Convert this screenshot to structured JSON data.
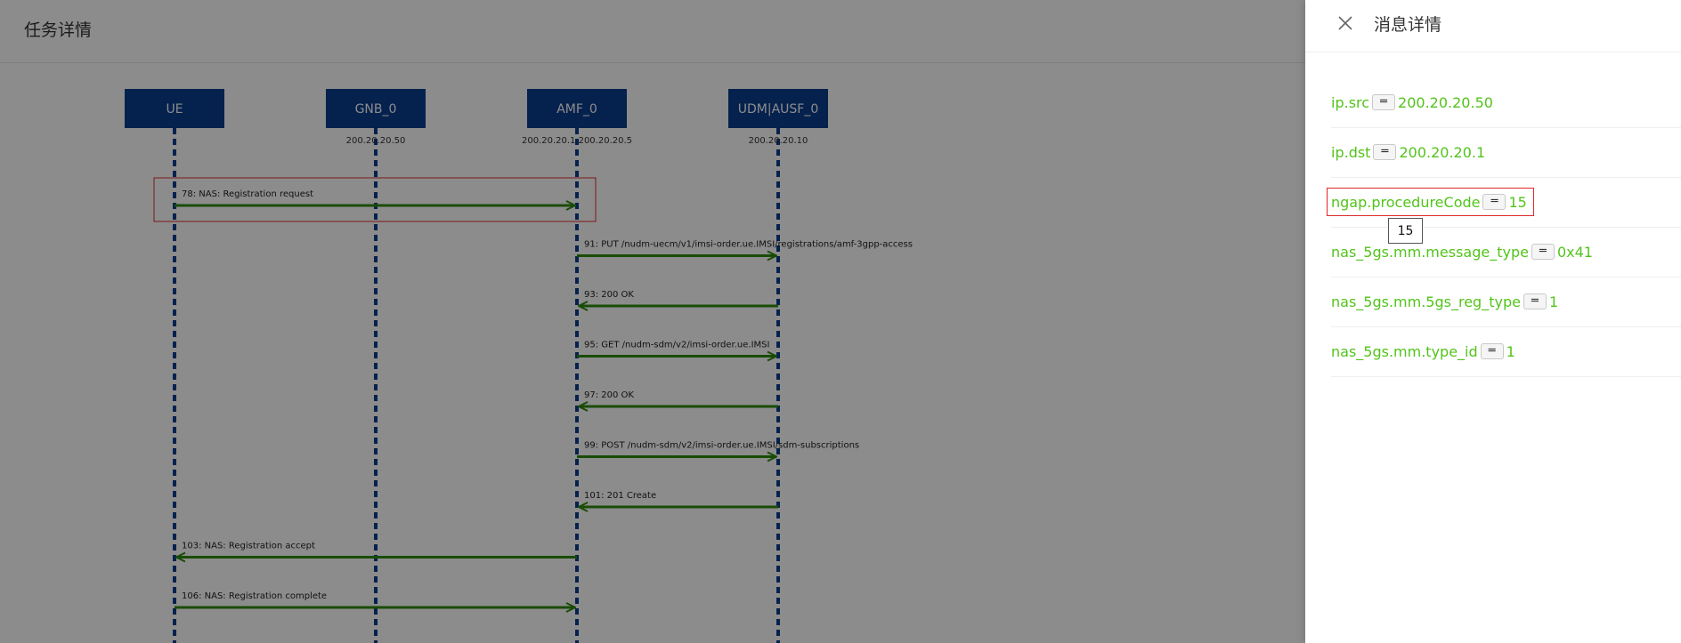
{
  "page": {
    "title": "任务详情"
  },
  "participants": [
    {
      "name": "UE",
      "ip": ""
    },
    {
      "name": "GNB_0",
      "ip": "200.20.20.50"
    },
    {
      "name": "AMF_0",
      "ip": "200.20.20.1 200.20.20.5"
    },
    {
      "name": "UDM|AUSF_0",
      "ip": "200.20.20.10"
    }
  ],
  "messages": [
    {
      "label": "78: NAS: Registration request",
      "from": 0,
      "to": 2,
      "highlighted": true
    },
    {
      "label": "91: PUT /nudm-uecm/v1/imsi-order.ue.IMSI/registrations/amf-3gpp-access",
      "from": 2,
      "to": 3
    },
    {
      "label": "93: 200 OK",
      "from": 3,
      "to": 2
    },
    {
      "label": "95: GET /nudm-sdm/v2/imsi-order.ue.IMSI",
      "from": 2,
      "to": 3
    },
    {
      "label": "97: 200 OK",
      "from": 3,
      "to": 2
    },
    {
      "label": "99: POST /nudm-sdm/v2/imsi-order.ue.IMSI/sdm-subscriptions",
      "from": 2,
      "to": 3
    },
    {
      "label": "101: 201 Create",
      "from": 3,
      "to": 2
    },
    {
      "label": "103: NAS: Registration accept",
      "from": 2,
      "to": 0
    },
    {
      "label": "106: NAS: Registration complete",
      "from": 0,
      "to": 2
    }
  ],
  "drawer": {
    "title": "消息详情",
    "close_icon": "close-icon",
    "operator_glyph": "═",
    "fields": [
      {
        "key": "ip.src",
        "value": "200.20.20.50"
      },
      {
        "key": "ip.dst",
        "value": "200.20.20.1"
      },
      {
        "key": "ngap.procedureCode",
        "value": "15"
      },
      {
        "key": "nas_5gs.mm.message_type",
        "value": "0x41"
      },
      {
        "key": "nas_5gs.mm.5gs_reg_type",
        "value": "1"
      },
      {
        "key": "nas_5gs.mm.type_id",
        "value": "1"
      }
    ],
    "tooltip": "15"
  },
  "colors": {
    "participant_box": "#0a3d8f",
    "lifeline": "#0a3d8f",
    "arrow": "#2f8a0b",
    "field_green": "#52c41a",
    "highlight": "#e02a2a"
  }
}
